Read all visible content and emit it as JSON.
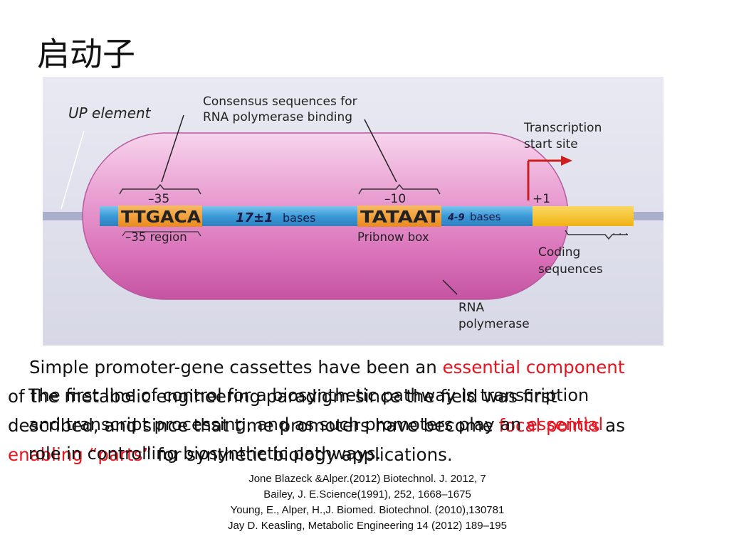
{
  "slide": {
    "title": "启动子"
  },
  "diagram": {
    "up_element": "UP element",
    "consensus_line1": "Consensus sequences for",
    "consensus_line2": "RNA polymerase binding",
    "minus35_pos": "–35",
    "minus35_seq": "TTGACA",
    "minus35_region": "–35 region",
    "spacer_num": "17±1",
    "spacer_unit": "bases",
    "minus10_pos": "–10",
    "minus10_seq": "TATAAT",
    "pribnow": "Pribnow box",
    "post_num": "4-9",
    "post_unit": "bases",
    "tss_line1": "Transcription",
    "tss_line2": "start site",
    "plus1": "+1",
    "ellipsis": "· · ·",
    "coding_line1": "Coding",
    "coding_line2": "sequences",
    "rnap_line1": "RNA",
    "rnap_line2": "polymerase"
  },
  "paragraph1": {
    "line1_a": "Simple promoter-gene cassettes have been an ",
    "line1_red": "essential  component",
    "line2": "of the metabolic  engineering  paradigm since the field was first",
    "line3_a": "described, and since that time promoters have become ",
    "line3_red": "focal points",
    "line3_b": " as",
    "line4_red": "enabling “parts”",
    "line4_b": " for synthetic biology applications."
  },
  "paragraph2": {
    "line1": "The first line of control for a biosynthetic pathway is transcription",
    "line2_a": "and transcript processing, and as such promoters play an ",
    "line2_red": "essential",
    "line3": "role in controlling biosynthetic pathways."
  },
  "references": [
    "Jone Blazeck &Alper.(2012) Biotechnol. J. 2012, 7",
    "Bailey, J. E.Science(1991), 252, 1668–1675",
    "Young, E., Alper, H.,J.  Biomed.  Biotechnol. (2010),130781",
    "Jay D. Keasling, Metabolic Engineering 14 (2012) 189–195"
  ],
  "colors": {
    "capsule": "#e58cc9",
    "dna_blue": "#3a9ad8",
    "orange_box": "#f29a2e",
    "coding_yellow": "#f7c21f",
    "tss_arrow": "#cc1f1f",
    "highlight_red": "#e8131e"
  }
}
